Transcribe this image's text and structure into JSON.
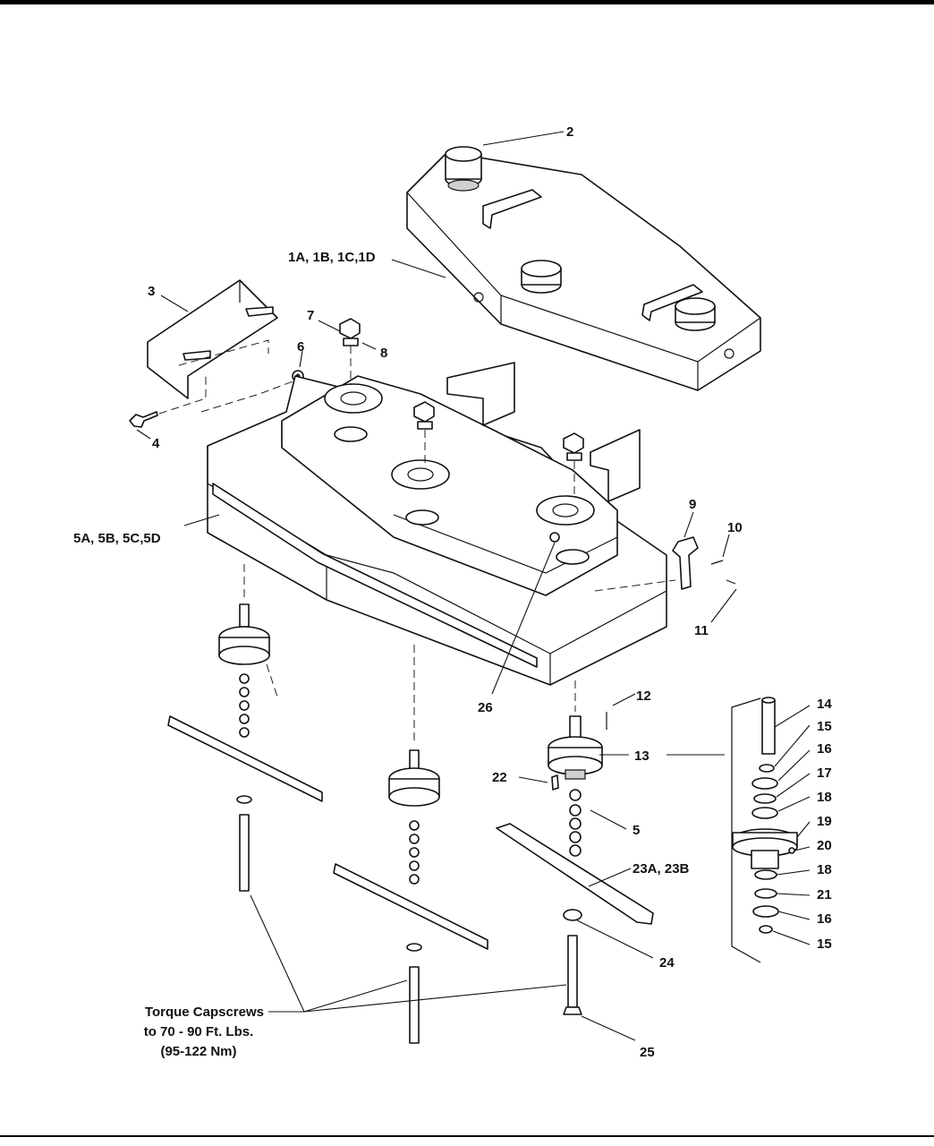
{
  "labels": {
    "l2": "2",
    "l1": "1A, 1B, 1C,1D",
    "l3": "3",
    "l7": "7",
    "l8": "8",
    "l6": "6",
    "l4": "4",
    "l5deck": "5A, 5B, 5C,5D",
    "l9": "9",
    "l10": "10",
    "l11": "11",
    "l26": "26",
    "l12": "12",
    "l13": "13",
    "l22": "22",
    "l5": "5",
    "l23": "23A, 23B",
    "l24": "24",
    "l25": "25",
    "l14": "14",
    "l15a": "15",
    "l16a": "16",
    "l17": "17",
    "l18a": "18",
    "l19": "19",
    "l20": "20",
    "l18b": "18",
    "l21": "21",
    "l16b": "16",
    "l15b": "15"
  },
  "note": {
    "line1": "Torque Capscrews",
    "line2": "to 70 - 90 Ft. Lbs.",
    "line3": "(95-122 Nm)"
  }
}
